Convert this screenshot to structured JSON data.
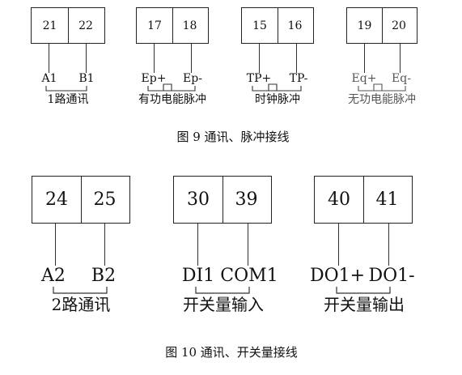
{
  "figure9": {
    "caption": "图 9  通讯、脉冲接线",
    "groups": [
      {
        "left": "21",
        "right": "22",
        "left_label": "A1",
        "right_label": "B1",
        "sub": "1路通讯",
        "pulse": false
      },
      {
        "left": "17",
        "right": "18",
        "left_label": "Ep+",
        "right_label": "Ep-",
        "sub": "有功电能脉冲",
        "pulse": true
      },
      {
        "left": "15",
        "right": "16",
        "left_label": "TP+",
        "right_label": "TP-",
        "sub": "时钟脉冲",
        "pulse": true
      },
      {
        "left": "19",
        "right": "20",
        "left_label": "Eq+",
        "right_label": "Eq-",
        "sub": "无功电能脉冲",
        "pulse": true
      }
    ]
  },
  "figure10": {
    "caption": "图 10  通讯、开关量接线",
    "groups": [
      {
        "left": "24",
        "right": "25",
        "left_label": "A2",
        "right_label": "B2",
        "sub": "2路通讯"
      },
      {
        "left": "30",
        "right": "39",
        "left_label": "DI1",
        "right_label": "COM1",
        "sub": "开关量输入"
      },
      {
        "left": "40",
        "right": "41",
        "left_label": "DO1+",
        "right_label": "DO1-",
        "sub": "开关量输出"
      }
    ]
  }
}
